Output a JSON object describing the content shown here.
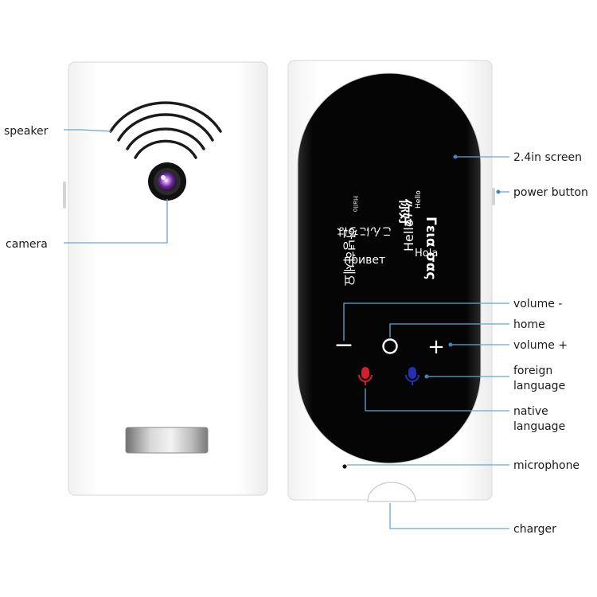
{
  "labels": {
    "speaker": "speaker",
    "camera": "camera",
    "screen": "2.4in screen",
    "power_button": "power button",
    "volume_minus": "volume -",
    "home": "home",
    "volume_plus": "volume +",
    "foreign_language_line1": "foreign",
    "foreign_language_line2": "language",
    "native_language_line1": "native",
    "native_language_line2": "language",
    "microphone": "microphone",
    "charger": "charger"
  },
  "screen_text": {
    "korean": "안녕하세요",
    "japanese": "こんにちは",
    "russian": "привет",
    "chinese": "你好",
    "hello_big": "Hello",
    "hola": "Hola",
    "hello_small": "Hello",
    "greek": "Γεια σας",
    "small": "Hallo"
  },
  "buttons": {
    "minus_glyph": "−",
    "plus_glyph": "+"
  },
  "colors": {
    "device_body": "#fbfbfb",
    "screen": "#050505",
    "leader_line": "#6aa6cf",
    "native_mic": "#d0202a",
    "foreign_mic": "#2430b0"
  }
}
